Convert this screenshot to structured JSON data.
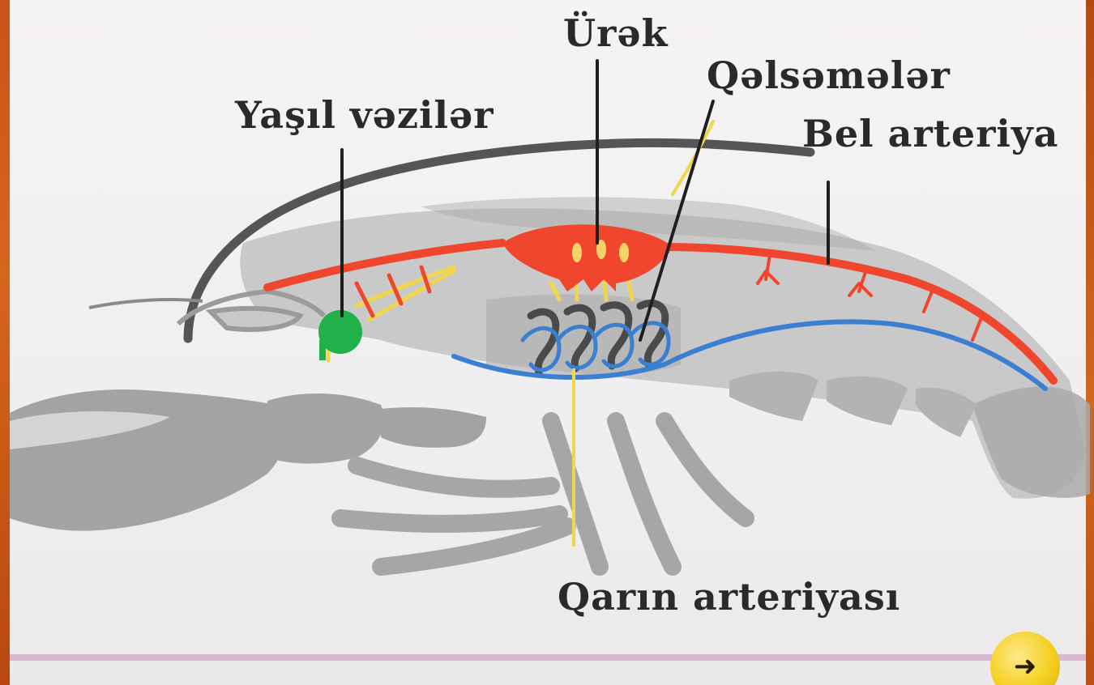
{
  "labels": {
    "urek": "Ürək",
    "qelsemeler": "Qəlsəmələr",
    "yasil_veziler": "Yaşıl vəzilər",
    "bel_arteriya": "Bel arteriya",
    "qarin_arteriyasi": "Qarın arteriyası"
  },
  "icons": {
    "nav": "arrow-right-icon",
    "nav_glyph": "➜"
  },
  "colors": {
    "heart_arteries": "#f0462d",
    "gill_vessels": "#3a7fd0",
    "green_gland": "#22b04a",
    "body_silhouette": "#a8a8a8",
    "label_lines": "#1f1f1f",
    "yellow_lines": "#f0d64a"
  }
}
